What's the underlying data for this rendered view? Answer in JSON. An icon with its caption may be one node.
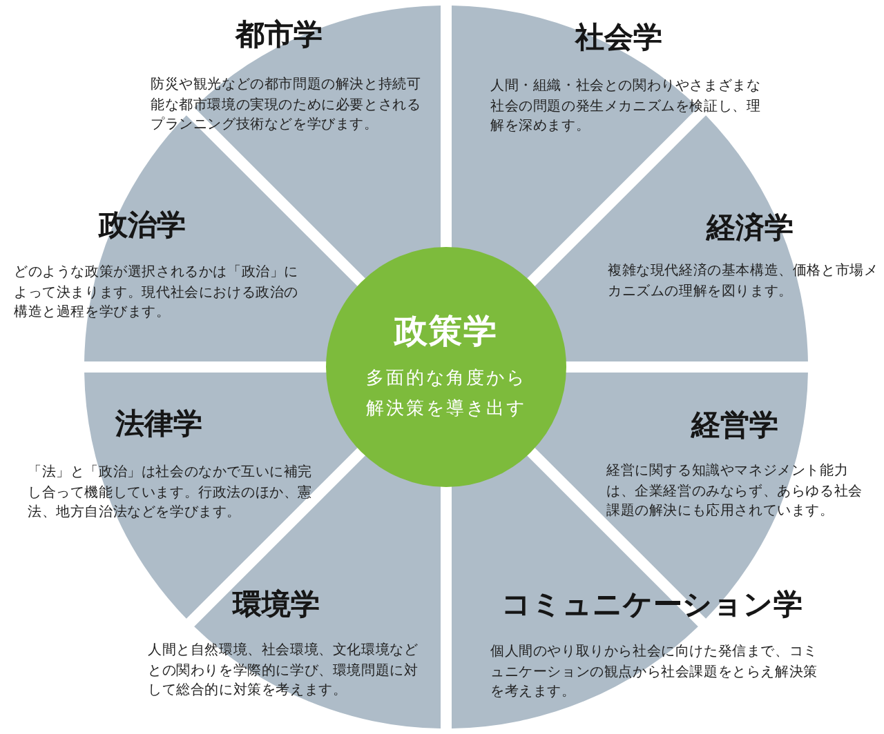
{
  "diagram": {
    "nodes": [
      {
        "text": [
          "都市学",
          "防災や観光などの都市問題の解決と持続可能な都市環境の実現のために必要とされるプランニング技術などを学びます。"
        ]
      },
      {
        "text": [
          "社会学",
          "人間・組織・社会との関わりやさまざまな社会の問題の発生メカニズムを検証し、理解を深めます。"
        ]
      },
      {
        "text": [
          "政治学",
          "どのような政策が選択されるかは「政治」によって決まります。現代社会における政治の構造と過程を学びます。"
        ]
      },
      {
        "text": [
          "経済学",
          "複雑な現代経済の基本構造、価格と市場メカニズムの理解を図ります。"
        ]
      },
      {
        "text": [
          "政策学",
          "多面的な角度から解決策を導き出す"
        ]
      },
      {
        "text": [
          "法律学",
          "「法」と「政治」は社会のなかで互いに補完し合って機能しています。行政法のほか、憲法、地方自治法などを学びます。"
        ]
      },
      {
        "text": [
          "経営学",
          "経営に関する知識やマネジメント能力は、企業経営のみならず、あらゆる社会課題の解決にも応用されています。"
        ]
      },
      {
        "text": [
          "環境学",
          "人間と自然環境、社会環境、文化環境などとの関わりを学際的に学び、環境問題に対して総合的に対策を考えます。"
        ]
      },
      {
        "text": [
          "コミュニケーション学",
          "個人間のやり取りから社会に向けた発信まで、コミュニケーションの観点から社会課題をとらえ解決策を考えます。"
        ]
      }
    ]
  }
}
